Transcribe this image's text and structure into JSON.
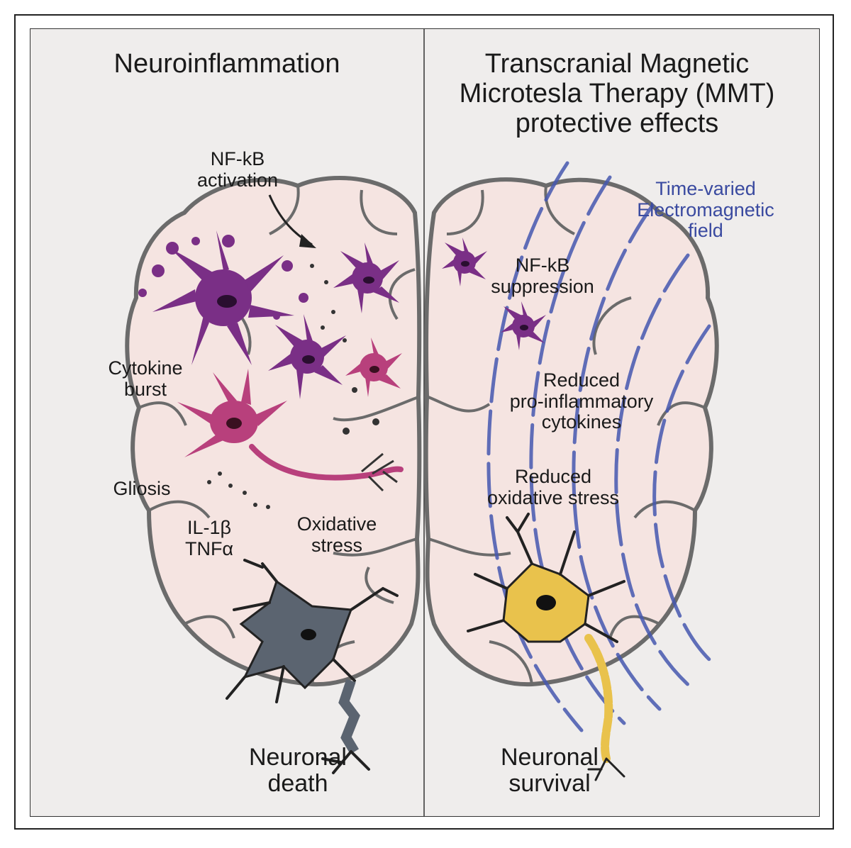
{
  "left_panel": {
    "title": "Neuroinflammation",
    "nfkb_activation": [
      "NF-kB",
      "activation"
    ],
    "cytokine_burst": [
      "Cytokine",
      "burst"
    ],
    "gliosis": "Gliosis",
    "cytokines": [
      "IL-1β",
      "TNFα"
    ],
    "oxidative_stress": [
      "Oxidative",
      "stress"
    ],
    "outcome": [
      "Neuronal",
      "death"
    ]
  },
  "right_panel": {
    "title": [
      "Transcranial Magnetic",
      "Microtesla Therapy (MMT)",
      "protective effects"
    ],
    "field": [
      "Time-varied",
      "Electromagnetic",
      "field"
    ],
    "nfkb_suppression": [
      "NF-kB",
      "suppression"
    ],
    "reduced_cytokines": [
      "Reduced",
      "pro-inflammatory",
      "cytokines"
    ],
    "reduced_oxidative": [
      "Reduced",
      "oxidative stress"
    ],
    "outcome": [
      "Neuronal",
      "survival"
    ]
  },
  "colors": {
    "background": "#efedec",
    "brain_fill": "#f5e4e1",
    "brain_outline": "#6b6b6b",
    "microglia_purple": "#7a2f86",
    "microglia_pink": "#b8407c",
    "dying_neuron": "#5b6470",
    "healthy_neuron": "#e9c24c",
    "field_lines": "#4658b0"
  },
  "icons": [
    "activated-microglia-icon",
    "cytokine-particles-icon",
    "dying-neuron-icon",
    "healthy-neuron-icon",
    "electromagnetic-field-icon"
  ]
}
